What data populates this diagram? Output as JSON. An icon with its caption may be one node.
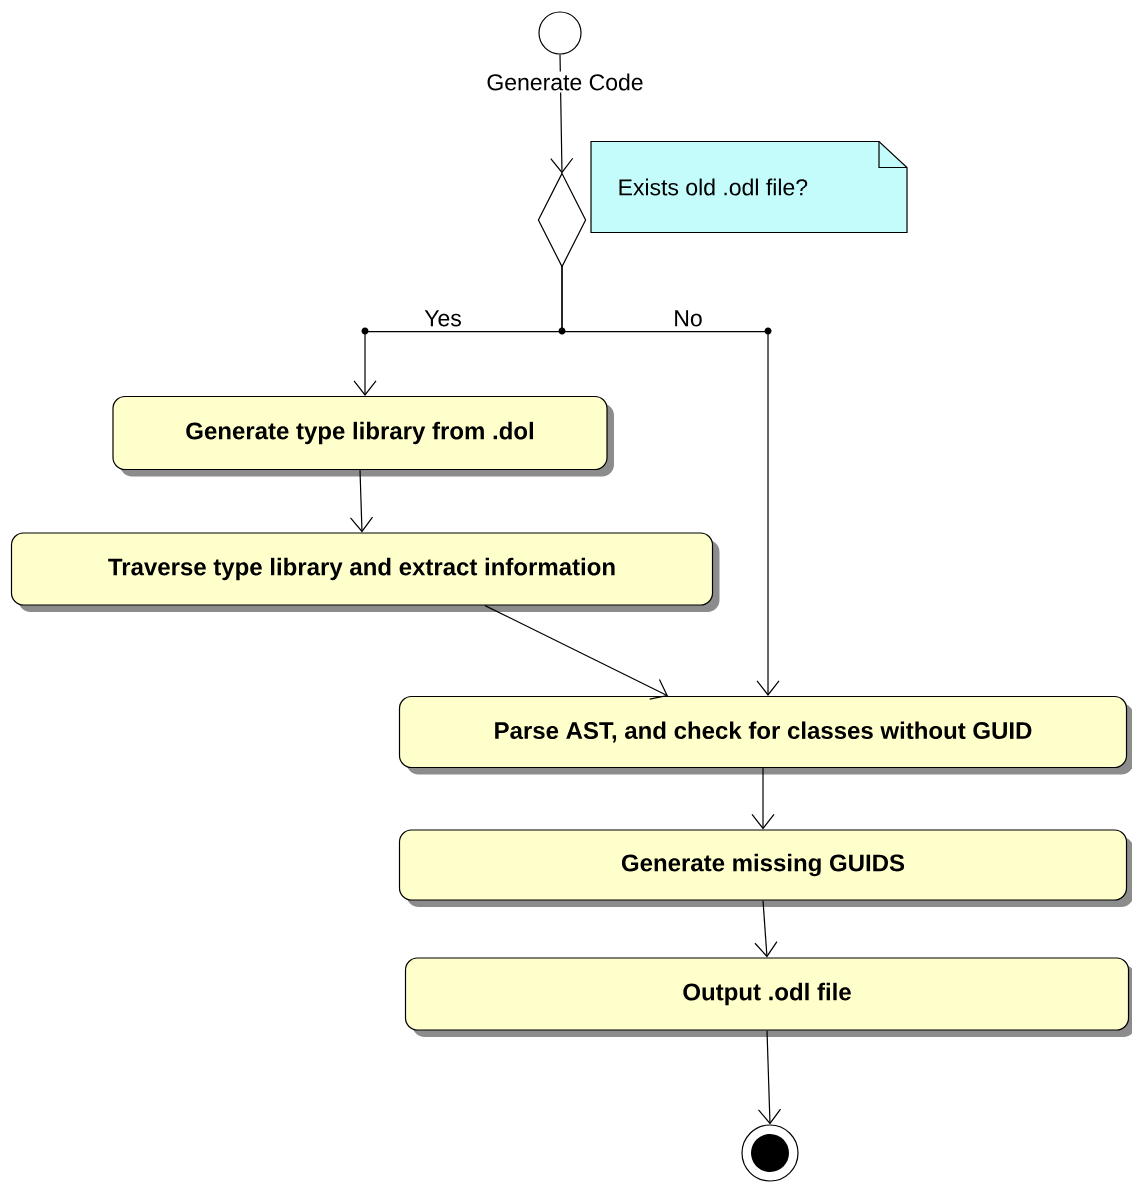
{
  "diagram": {
    "nodes": [
      {
        "text": [],
        "shape": "circle"
      },
      {
        "text": [],
        "shape": "diamond"
      },
      {
        "text": [
          "Exists old .odl file?"
        ]
      },
      {
        "text": [
          "Generate type library from .dol"
        ]
      },
      {
        "text": [
          "Traverse type library and extract information"
        ]
      },
      {
        "text": [
          "Parse AST, and check for classes without GUID"
        ]
      },
      {
        "text": [
          "Generate missing GUIDS"
        ]
      },
      {
        "text": [
          "Output .odl file"
        ]
      },
      {
        "text": [],
        "shape": "circle"
      }
    ],
    "edges": [
      {
        "from": 0,
        "to": 1,
        "arrow": "to",
        "label": "Generate Code"
      },
      {
        "from": 1,
        "to": 3,
        "arrow": "to",
        "label": "Yes"
      },
      {
        "from": 1,
        "to": 5,
        "arrow": "to",
        "label": "No"
      },
      {
        "from": 3,
        "to": 4,
        "arrow": "to"
      },
      {
        "from": 4,
        "to": 5,
        "arrow": "to"
      },
      {
        "from": 5,
        "to": 6,
        "arrow": "to"
      },
      {
        "from": 6,
        "to": 7,
        "arrow": "to"
      },
      {
        "from": 7,
        "to": 8,
        "arrow": "to"
      }
    ]
  }
}
